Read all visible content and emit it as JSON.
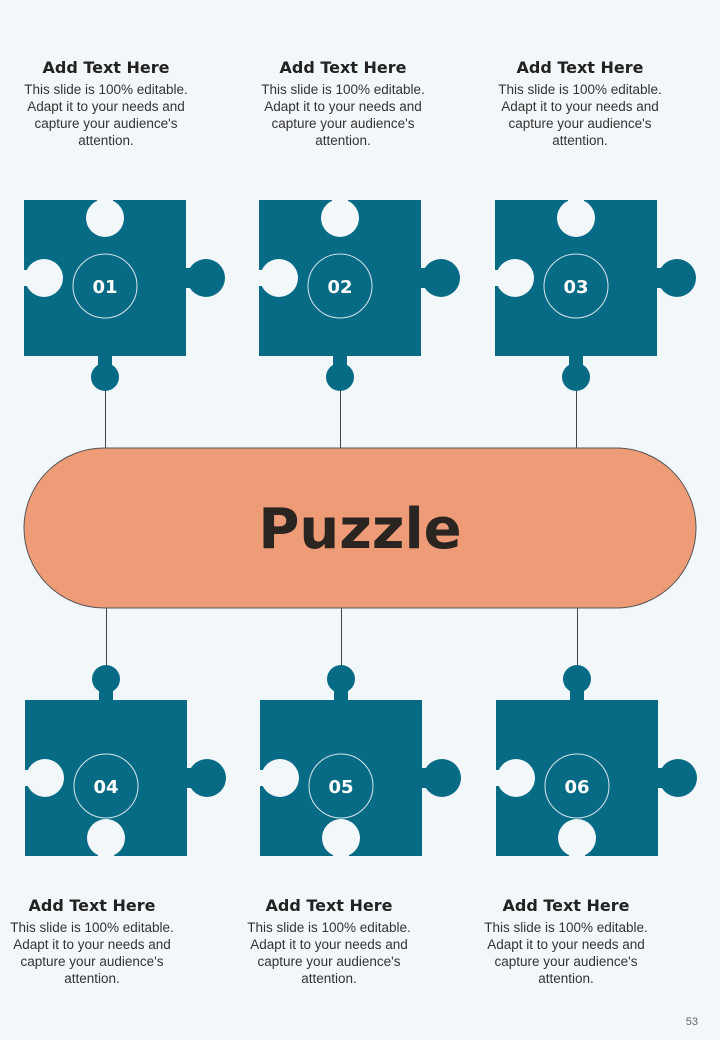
{
  "center_label": "Puzzle",
  "colors": {
    "piece": "#086b85",
    "pill": "#ee9c78",
    "background": "#f2f7fa",
    "line": "#444444"
  },
  "pieces": [
    {
      "number": "01",
      "heading": "Add Text Here",
      "body": "This slide is 100% editable. Adapt it to your needs and capture your audience's attention."
    },
    {
      "number": "02",
      "heading": "Add Text Here",
      "body": "This slide is 100% editable. Adapt it to your needs and capture your audience's attention."
    },
    {
      "number": "03",
      "heading": "Add Text Here",
      "body": "This slide is 100% editable. Adapt it to your needs and capture your audience's attention."
    },
    {
      "number": "04",
      "heading": "Add Text Here",
      "body": "This slide is 100% editable. Adapt it to your needs and capture your audience's attention."
    },
    {
      "number": "05",
      "heading": "Add Text Here",
      "body": "This slide is 100% editable. Adapt it to your needs and capture your audience's attention."
    },
    {
      "number": "06",
      "heading": "Add Text Here",
      "body": "This slide is 100% editable. Adapt it to your needs and capture your audience's attention."
    }
  ],
  "page_number": "53"
}
